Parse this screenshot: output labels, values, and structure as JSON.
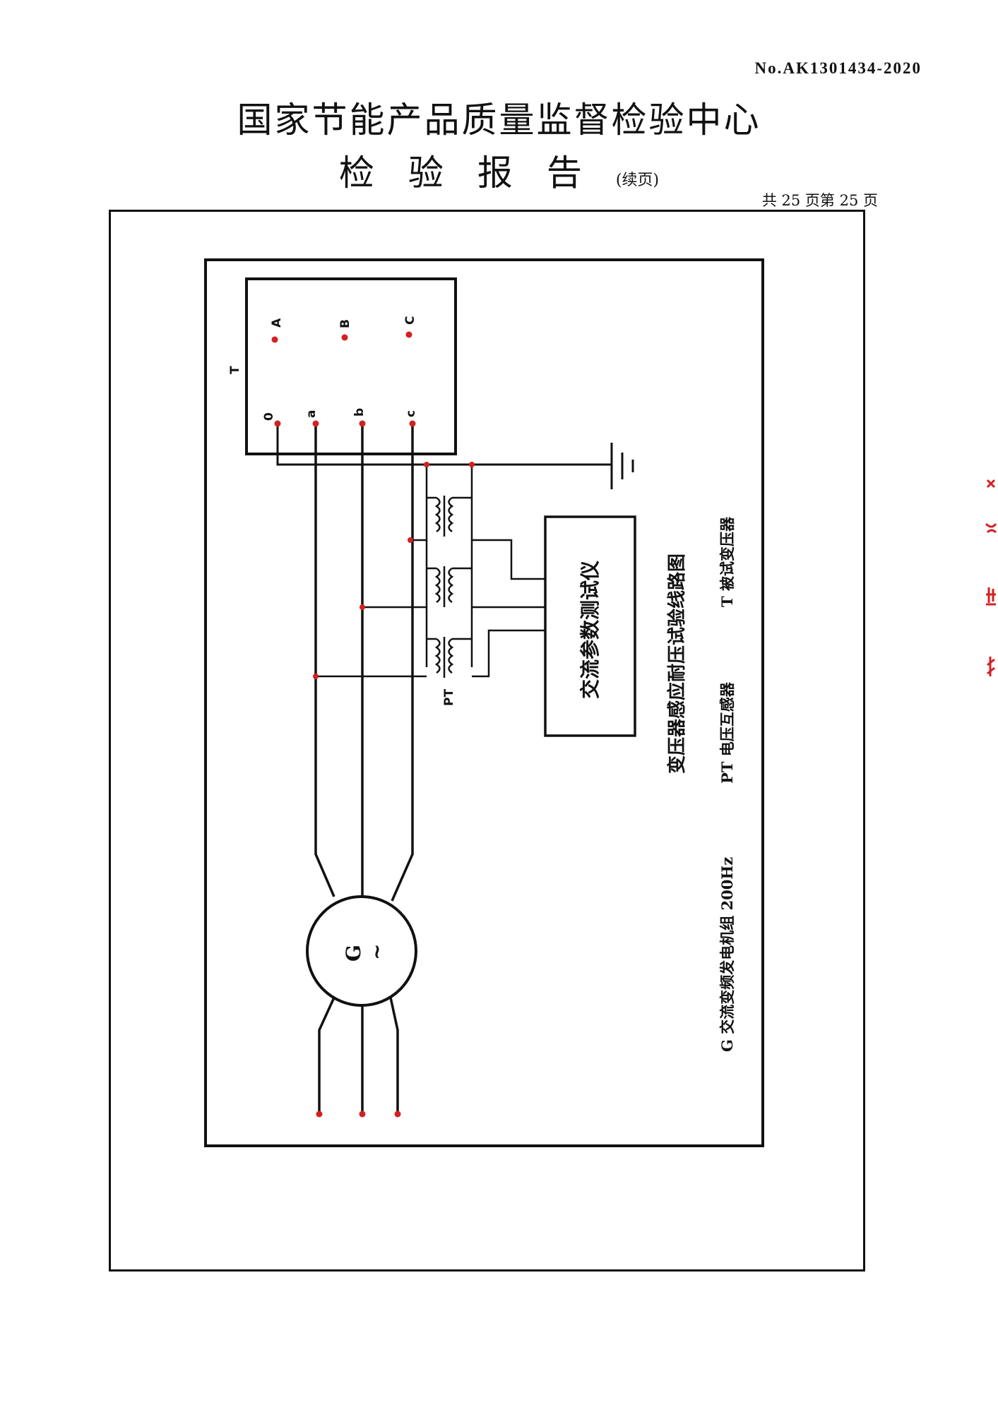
{
  "header": {
    "report_no": "No.AK1301434-2020",
    "org_title": "国家节能产品质量监督检验中心",
    "report_title": "检验报告",
    "continuation": "(续页)",
    "page_count": "共 25 页第 25 页"
  },
  "diagram": {
    "transformer_label": "T",
    "hv_terminals": [
      "A",
      "B",
      "C"
    ],
    "lv_terminals": [
      "0",
      "a",
      "b",
      "c"
    ],
    "pt_label": "PT",
    "instrument_label": "交流参数测试仪",
    "generator_label": "G",
    "generator_symbol": "~",
    "caption": "变压器感应耐压试验线路图",
    "legend": [
      "G  交流变频发电机组  200Hz",
      "PT  电压互感器",
      "T  被试变压器"
    ]
  },
  "colors": {
    "terminal_dot": "#d42020",
    "stamp": "#d42020",
    "line": "#111111"
  }
}
